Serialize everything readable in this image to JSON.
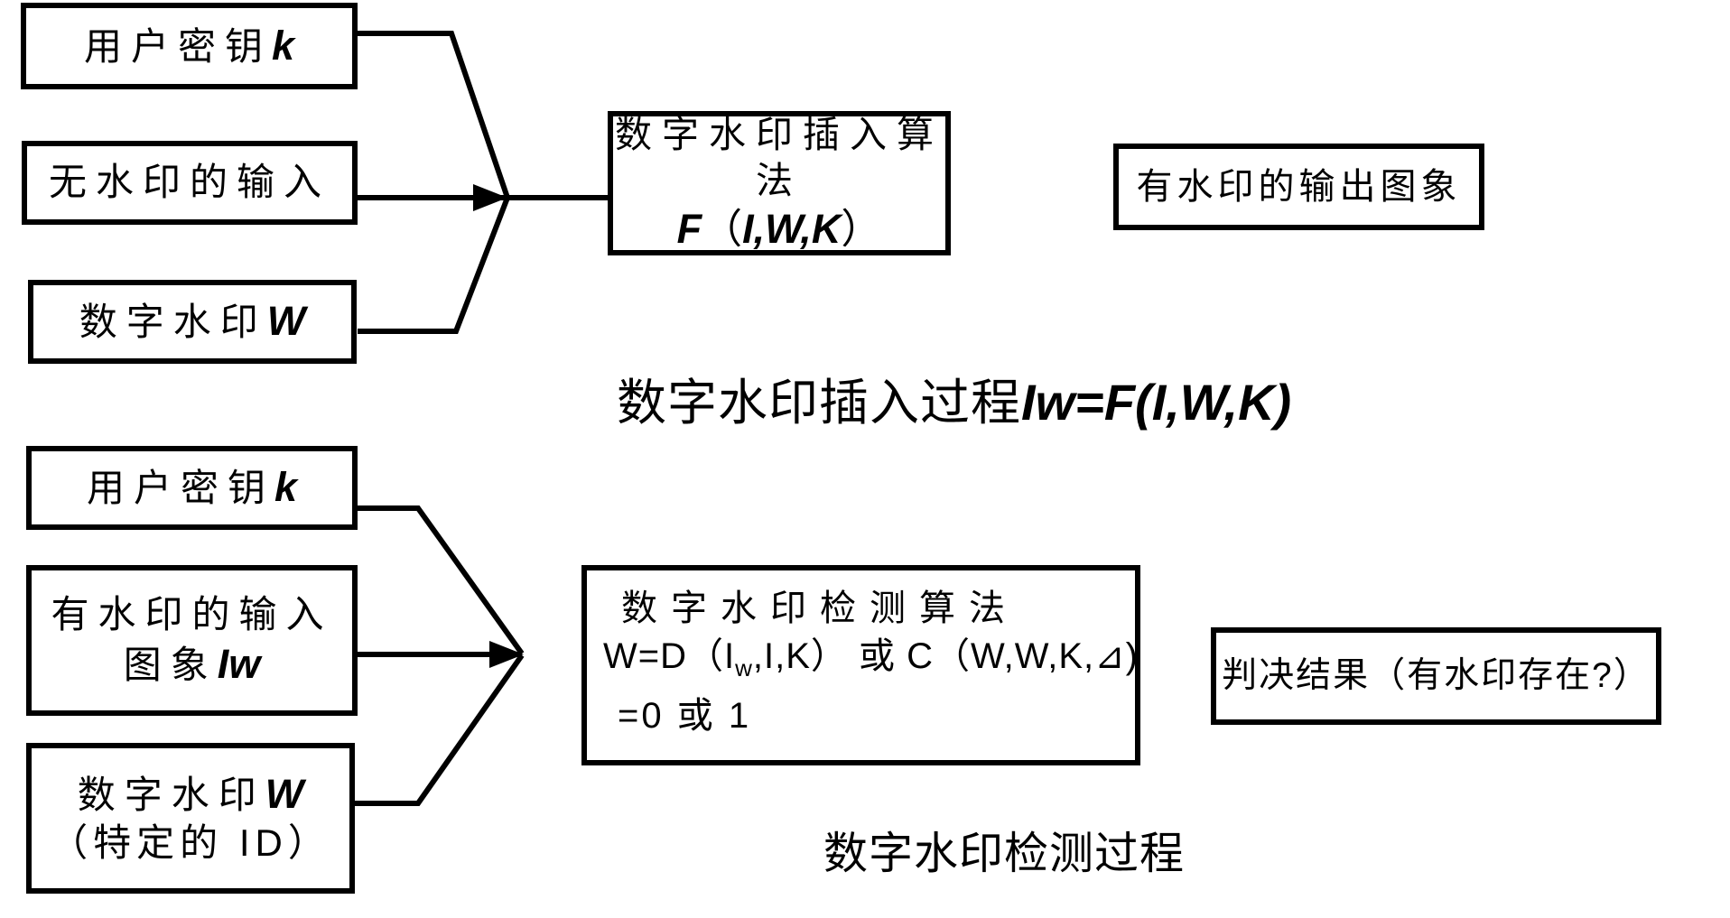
{
  "insertion": {
    "user_key": {
      "label": "用户密钥",
      "variable": "k"
    },
    "plain_input": {
      "label": "无水印的输入"
    },
    "watermark": {
      "label": "数字水印",
      "variable": "W"
    },
    "algorithm": {
      "title": "数字水印插入算法",
      "func": "F",
      "open_paren": "（",
      "args": "I,W,K",
      "close_paren": "）"
    },
    "output": {
      "label": "有水印的输出图象"
    },
    "caption": {
      "label": "数字水印插入过程",
      "formula": "Iw=F(I,W,K)"
    }
  },
  "detection": {
    "user_key": {
      "label": "用户密钥",
      "variable": "k"
    },
    "watermarked_input": {
      "line1": "有水印的输入",
      "line2_label": "图象",
      "line2_variable": "Iw"
    },
    "watermark": {
      "line1_label": "数字水印",
      "line1_variable": "W",
      "line2": "（特定的 ID）"
    },
    "algorithm": {
      "title": "数字水印检测算法",
      "formula_prefix": "W=D（I",
      "formula_subscript": "w",
      "formula_suffix": ",I,K） 或 C（W,W,K,⊿)",
      "formula_line2": "=0 或 1"
    },
    "result": {
      "label": "判决结果（有水印存在?）"
    },
    "caption": {
      "label": "数字水印检测过程"
    }
  },
  "colors": {
    "line": "#000000",
    "background": "#ffffff"
  }
}
